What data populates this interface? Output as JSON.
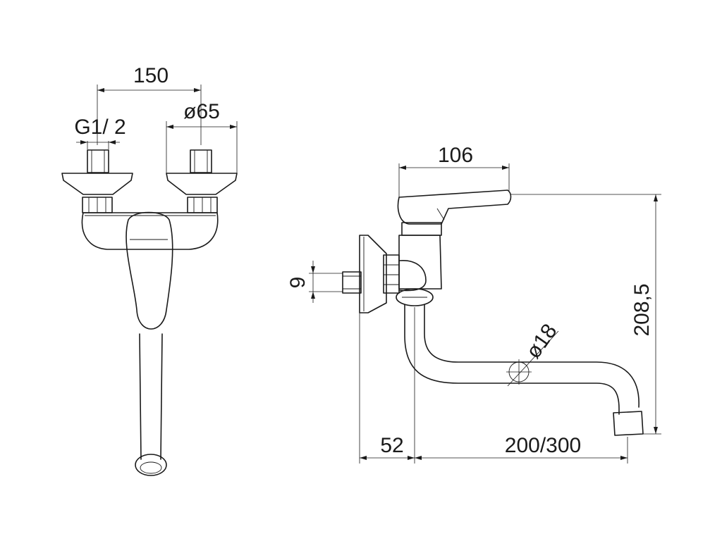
{
  "dimensions": {
    "width_center": "150",
    "thread": "G1/ 2",
    "flange_diameter": "ø65",
    "lever_length": "106",
    "inlet": "9",
    "height": "208,5",
    "spout_diameter": "ø18",
    "wall_offset": "52",
    "spout_reach": "200/300"
  }
}
